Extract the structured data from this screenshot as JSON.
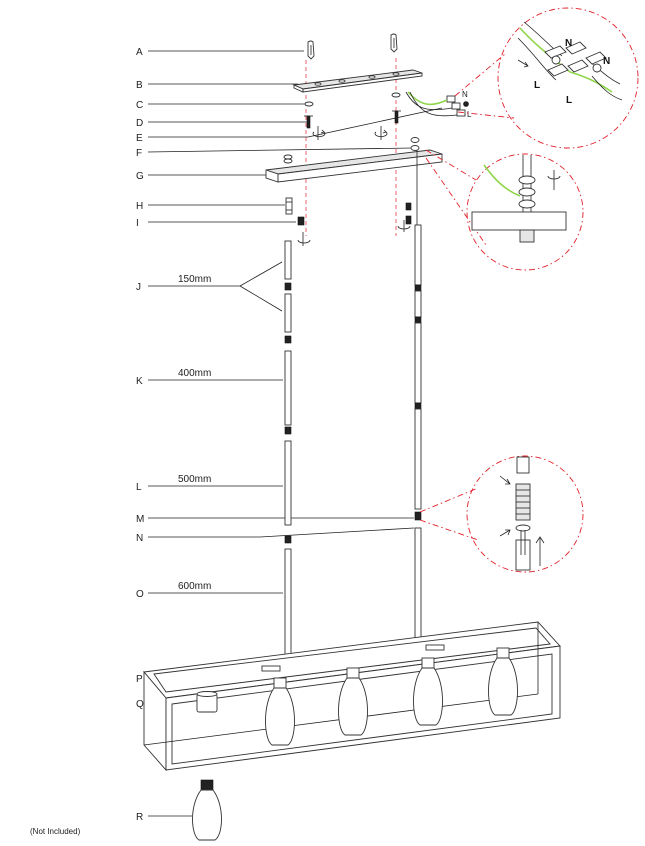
{
  "labels": [
    "A",
    "B",
    "C",
    "D",
    "E",
    "F",
    "G",
    "H",
    "I",
    "J",
    "K",
    "L",
    "M",
    "N",
    "O",
    "P",
    "Q",
    "R"
  ],
  "dimensions": {
    "rod_150": "150mm",
    "rod_400": "400mm",
    "rod_500": "500mm",
    "rod_600": "600mm"
  },
  "note_not_included": "(Not Included)",
  "wiring": {
    "neutral": "N",
    "live": "L"
  }
}
